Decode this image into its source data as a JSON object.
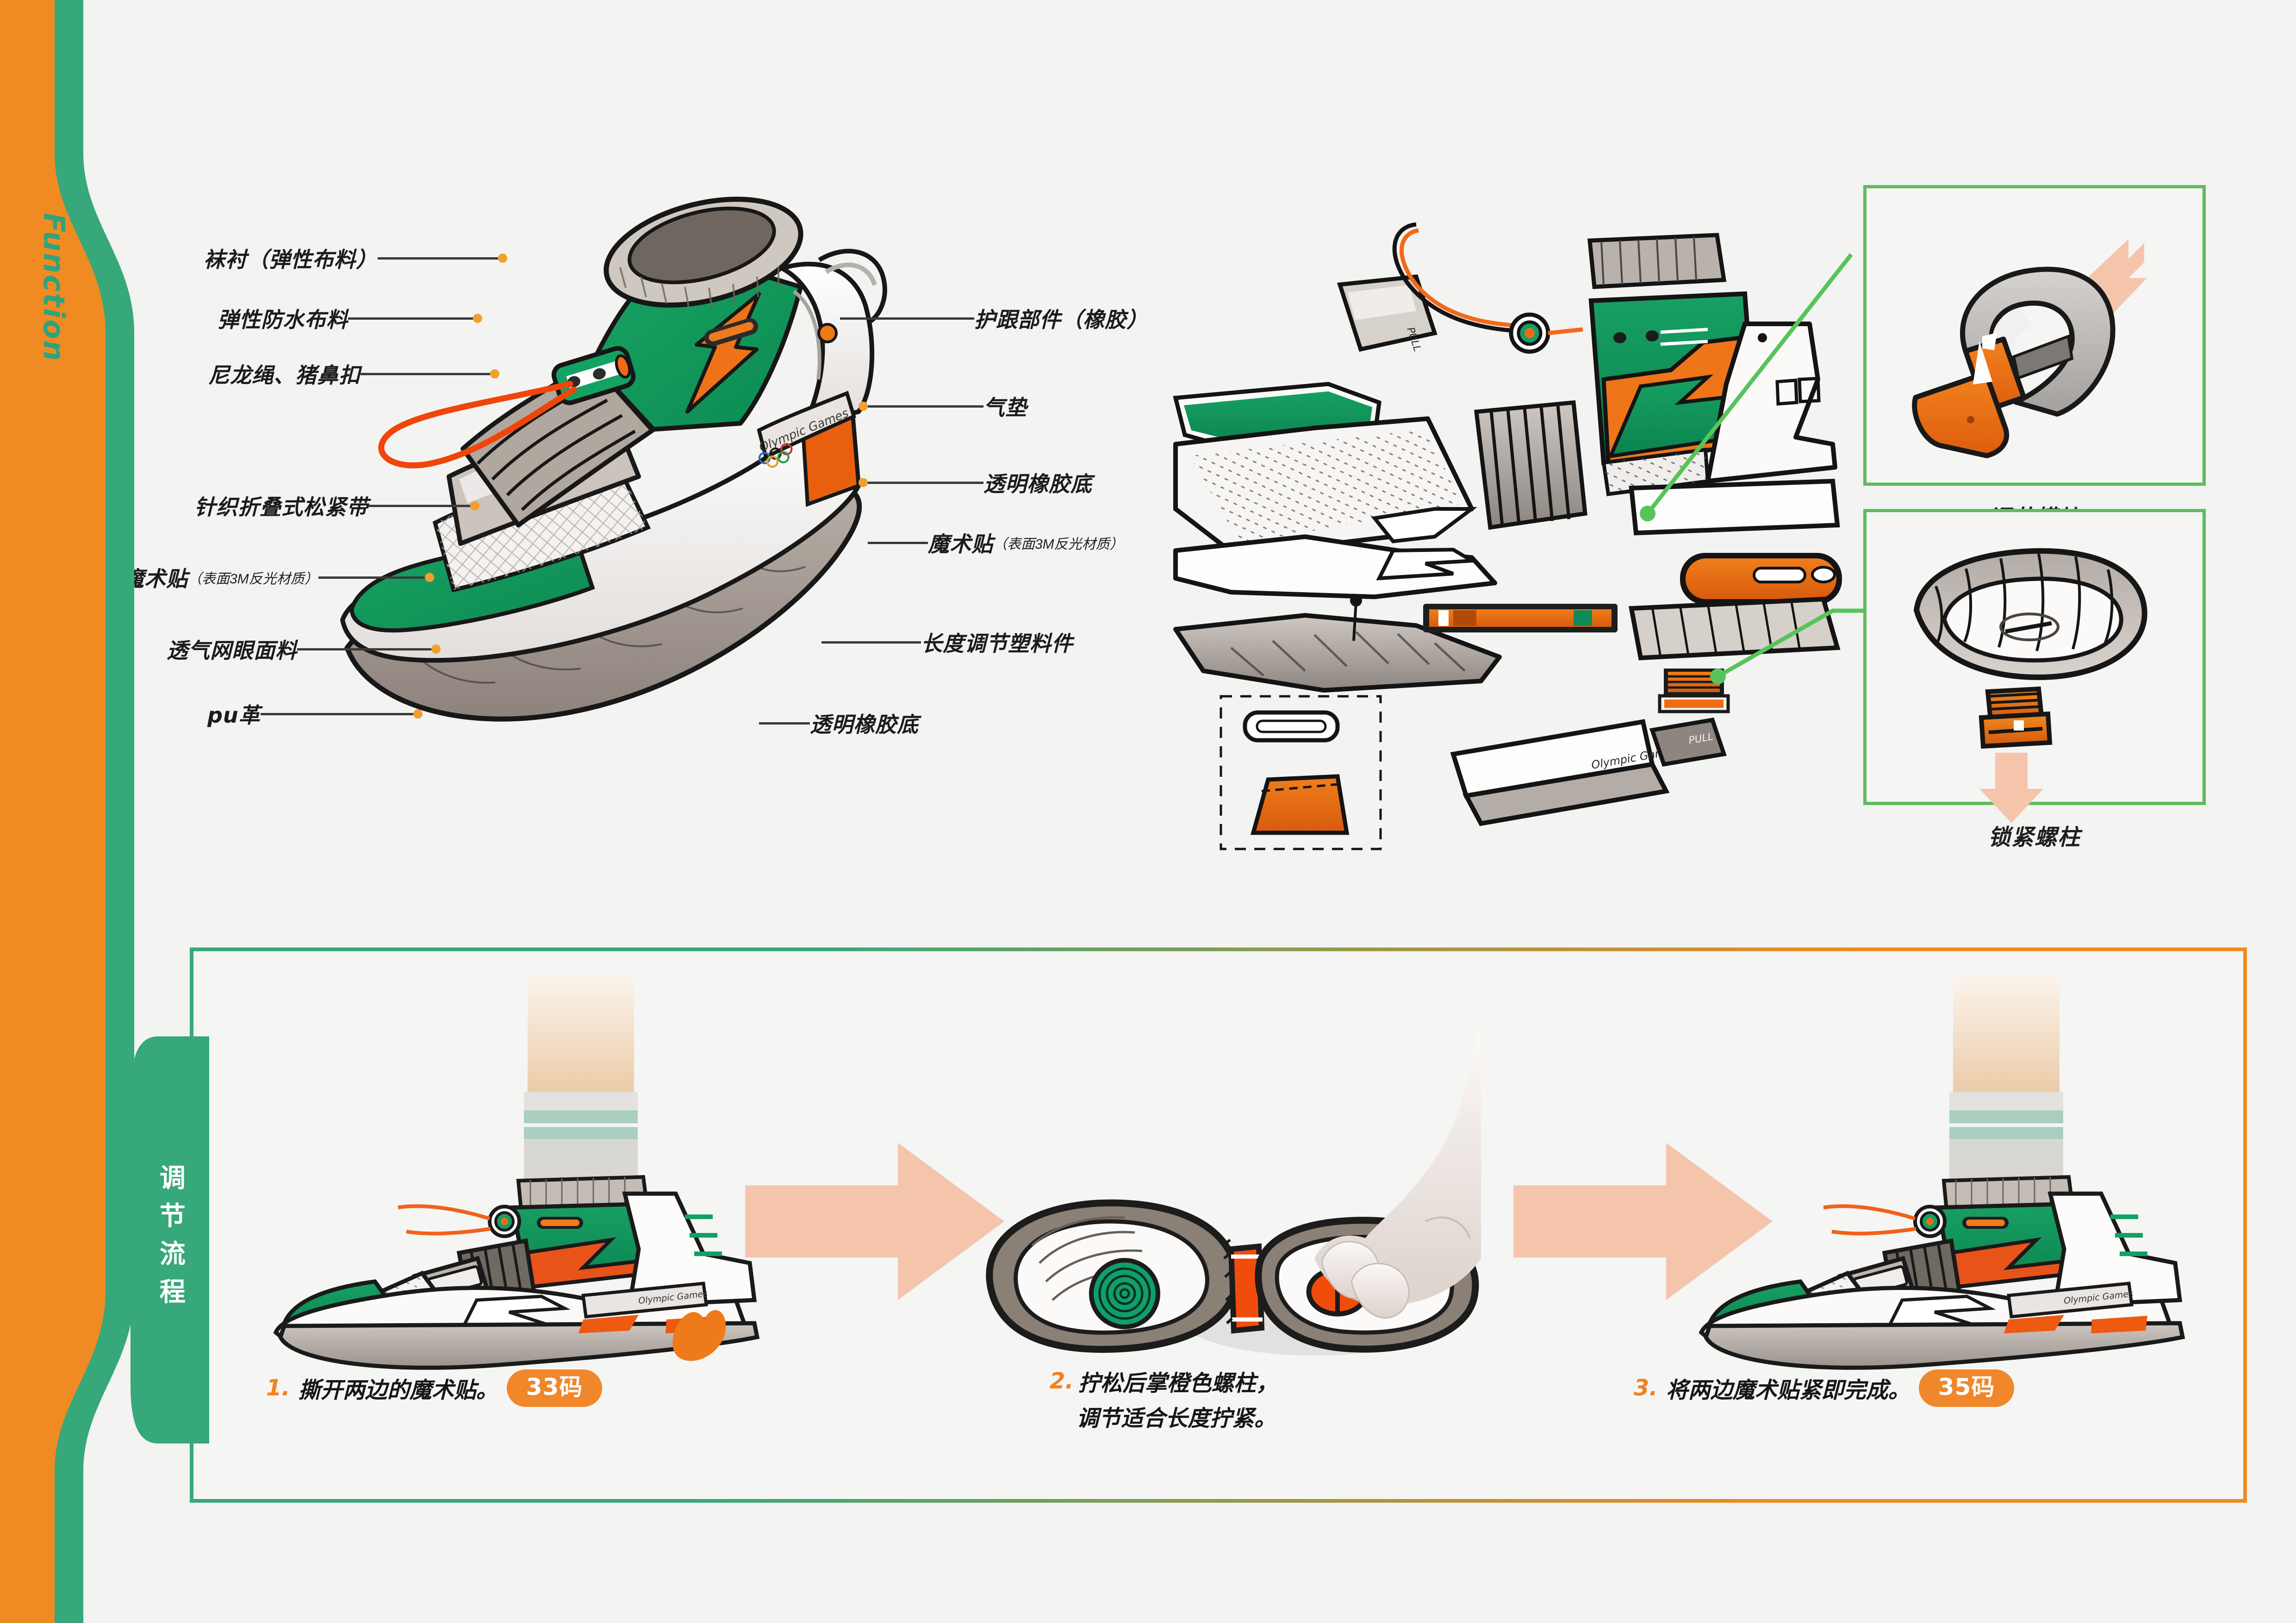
{
  "board": {
    "background_color": "#f3f3f2",
    "accent_green": "#36a87a",
    "accent_orange": "#f08a22",
    "box_green": "#5cbd5c",
    "arrow_peach": "#f5c5ab",
    "dot_orange": "#f0a02e"
  },
  "side_tab": {
    "label": "Function"
  },
  "hero_callouts_left": [
    {
      "id": "sock-liner",
      "text": "袜衬（弹性布料）",
      "sub": ""
    },
    {
      "id": "waterproof-fabric",
      "text": "弹性防水布料",
      "sub": ""
    },
    {
      "id": "nylon-cord-hook",
      "text": "尼龙绳、猪鼻扣",
      "sub": ""
    },
    {
      "id": "knit-elastic-band",
      "text": "针织折叠式松紧带",
      "sub": ""
    },
    {
      "id": "velcro-3m-left",
      "text": "魔术贴",
      "sub": "（表面3M反光材质）"
    },
    {
      "id": "breathable-mesh",
      "text": "透气网眼面料",
      "sub": ""
    },
    {
      "id": "pu-leather",
      "text": "pu革",
      "sub": ""
    }
  ],
  "hero_callouts_right": [
    {
      "id": "heel-counter",
      "text": "护跟部件（橡胶）",
      "sub": ""
    },
    {
      "id": "air-cushion",
      "text": "气垫",
      "sub": ""
    },
    {
      "id": "clear-rubber-sole-1",
      "text": "透明橡胶底",
      "sub": ""
    },
    {
      "id": "velcro-3m-right",
      "text": "魔术贴",
      "sub": "（表面3M反光材质）"
    },
    {
      "id": "length-adjust-part",
      "text": "长度调节塑料件",
      "sub": ""
    },
    {
      "id": "clear-rubber-sole-2",
      "text": "透明橡胶底",
      "sub": ""
    }
  ],
  "detail_boxes": [
    {
      "id": "adjust-module",
      "caption": "调节模块"
    },
    {
      "id": "locking-stud",
      "caption": "锁紧螺柱"
    }
  ],
  "process": {
    "tab_label": "调节流程",
    "steps": [
      {
        "num": "1.",
        "line1": "撕开两边的魔术贴。",
        "line2": "",
        "badge": "33码"
      },
      {
        "num": "2.",
        "line1": "拧松后掌橙色螺柱，",
        "line2": "调节适合长度拧紧。",
        "badge": ""
      },
      {
        "num": "3.",
        "line1": "将两边魔术贴紧即完成。",
        "line2": "",
        "badge": "35码"
      }
    ]
  },
  "shoe_marks": {
    "pull_tab": "PULL",
    "brand_line": "Olympic Games"
  }
}
